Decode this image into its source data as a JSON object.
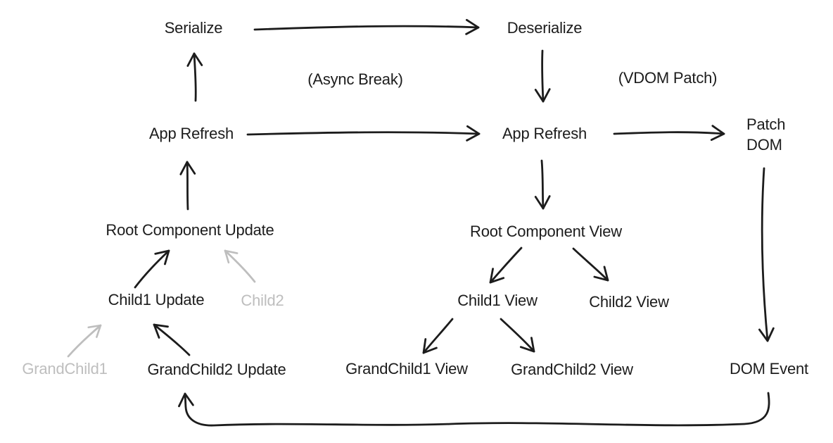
{
  "colors": {
    "background": "#ffffff",
    "text": "#1c1c1c",
    "muted": "#bebebe"
  },
  "labels": {
    "serialize": "Serialize",
    "deserialize": "Deserialize",
    "async_break": "(Async Break)",
    "vdom_patch": "(VDOM Patch)",
    "app_refresh_left": "App Refresh",
    "app_refresh_right": "App Refresh",
    "patch_dom_line1": "Patch",
    "patch_dom_line2": "DOM",
    "root_component_update": "Root Component Update",
    "root_component_view": "Root Component View",
    "child1_update": "Child1 Update",
    "child2": "Child2",
    "child1_view": "Child1 View",
    "child2_view": "Child2 View",
    "grandchild1": "GrandChild1",
    "grandchild2_update": "GrandChild2 Update",
    "grandchild1_view": "GrandChild1 View",
    "grandchild2_view": "GrandChild2 View",
    "dom_event": "DOM Event"
  },
  "edges": [
    {
      "from": "serialize",
      "to": "deserialize",
      "style": "solid-black"
    },
    {
      "from": "app_refresh_left",
      "to": "serialize",
      "style": "solid-black"
    },
    {
      "from": "deserialize",
      "to": "app_refresh_right",
      "style": "solid-black"
    },
    {
      "from": "app_refresh_left",
      "to": "app_refresh_right",
      "style": "solid-black"
    },
    {
      "from": "app_refresh_right",
      "to": "patch_dom",
      "style": "solid-black"
    },
    {
      "from": "app_refresh_right",
      "to": "root_component_view",
      "style": "solid-black"
    },
    {
      "from": "root_component_update",
      "to": "app_refresh_left",
      "style": "solid-black"
    },
    {
      "from": "child1_update",
      "to": "root_component_update",
      "style": "solid-black"
    },
    {
      "from": "child2",
      "to": "root_component_update",
      "style": "solid-gray"
    },
    {
      "from": "grandchild1",
      "to": "child1_update",
      "style": "solid-gray"
    },
    {
      "from": "grandchild2_update",
      "to": "child1_update",
      "style": "solid-black"
    },
    {
      "from": "root_component_view",
      "to": "child1_view",
      "style": "solid-black"
    },
    {
      "from": "root_component_view",
      "to": "child2_view",
      "style": "solid-black"
    },
    {
      "from": "child1_view",
      "to": "grandchild1_view",
      "style": "solid-black"
    },
    {
      "from": "child1_view",
      "to": "grandchild2_view",
      "style": "solid-black"
    },
    {
      "from": "patch_dom",
      "to": "dom_event",
      "style": "solid-black"
    },
    {
      "from": "dom_event",
      "to": "grandchild2_update",
      "style": "solid-black"
    }
  ]
}
